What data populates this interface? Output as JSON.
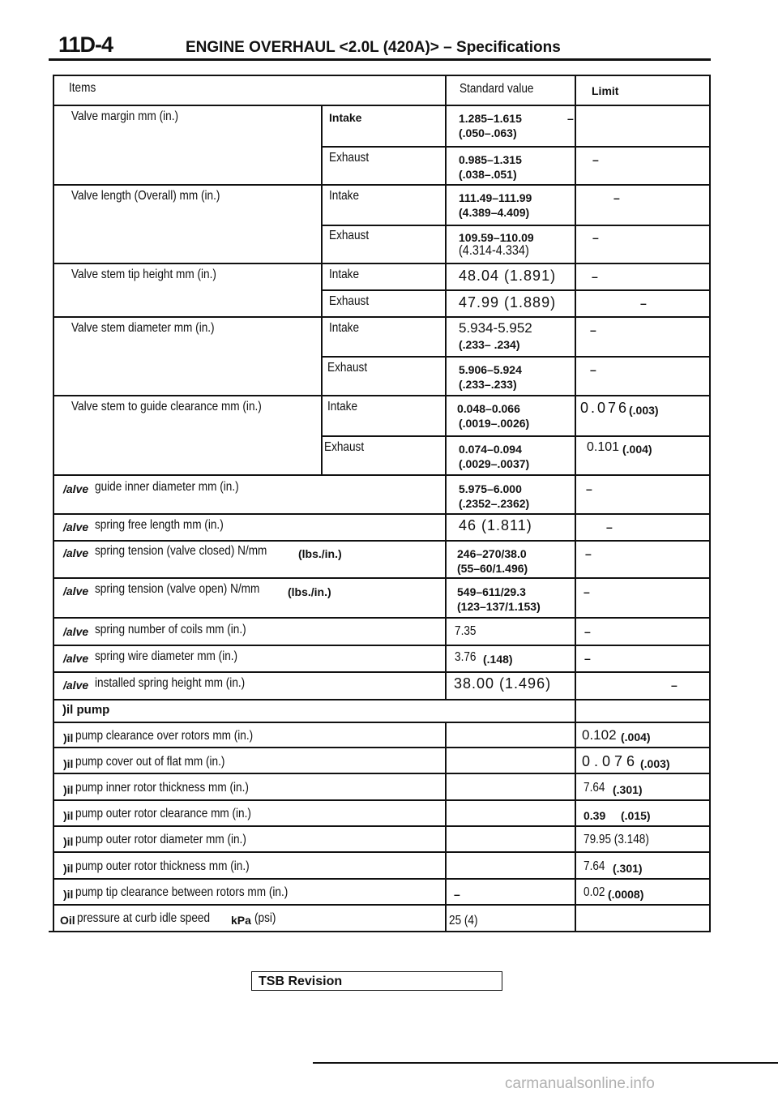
{
  "header": {
    "page_number": "11D-4",
    "title": "ENGINE OVERHAUL <2.0L (420A)> – Specifications"
  },
  "table": {
    "col_items": "Items",
    "col_standard": "Standard value",
    "col_limit": "Limit",
    "valve_margin": {
      "label": "Valve margin mm (in.)",
      "intake": "Intake",
      "intake_std1": "1.285–1.615",
      "intake_std2": "(.050–.063)",
      "intake_limit": "–",
      "exhaust": "Exhaust",
      "exhaust_std1": "0.985–1.315",
      "exhaust_std2": "(.038–.051)",
      "exhaust_limit": "–"
    },
    "valve_length": {
      "label": "Valve length (Overall) mm (in.)",
      "intake": "Intake",
      "intake_std1": "111.49–111.99",
      "intake_std2": "(4.389–4.409)",
      "intake_limit": "–",
      "exhaust": "Exhaust",
      "exhaust_std1": "109.59–110.09",
      "exhaust_std2": "(4.314-4.334)",
      "exhaust_limit": "–"
    },
    "stem_tip": {
      "label": "Valve stem tip height mm (in.)",
      "intake": "Intake",
      "intake_std": "48.04    (1.891)",
      "intake_limit": "–",
      "exhaust": "Exhaust",
      "exhaust_std": "47.99          (1.889)",
      "exhaust_limit": "–"
    },
    "stem_dia": {
      "label": "Valve stem diameter mm (in.)",
      "intake": "Intake",
      "intake_std1": "5.934-5.952",
      "intake_std2": "(.233–      .234)",
      "intake_limit": "–",
      "exhaust": "Exhaust",
      "exhaust_std1": "5.906–5.924",
      "exhaust_std2": "(.233–.233)",
      "exhaust_limit": "–"
    },
    "stem_guide": {
      "label": "Valve stem to guide clearance mm (in.)",
      "intake": "Intake",
      "intake_std1": "0.048–0.066",
      "intake_std2": "(.0019–.0026)",
      "intake_limit_a": "0.076",
      "intake_limit_b": "(.003)",
      "exhaust": "Exhaust",
      "exhaust_std1": "0.074–0.094",
      "exhaust_std2": "(.0029–.0037)",
      "exhaust_limit_a": "0.101",
      "exhaust_limit_b": "(.004)"
    },
    "guide_inner": {
      "prefix": "/alve",
      "label": "guide inner diameter mm (in.)",
      "std1": "5.975–6.000",
      "std2": "(.2352–.2362)",
      "limit": "–"
    },
    "spring_free": {
      "prefix": "/alve",
      "label": "spring free length mm (in.)",
      "std": "46     (1.811)",
      "limit": "–"
    },
    "spring_closed": {
      "prefix": "/alve",
      "label": "spring tension (valve closed) N/mm",
      "unit": "(lbs./in.)",
      "std1": "246–270/38.0",
      "std2": "(55–60/1.496)",
      "limit": "–"
    },
    "spring_open": {
      "prefix": "/alve",
      "label": "spring tension (valve open) N/mm",
      "unit": "(lbs./in.)",
      "std1": "549–611/29.3",
      "std2": "(123–137/1.153)",
      "limit": "–"
    },
    "spring_coils": {
      "prefix": "/alve",
      "label": "spring number of coils mm (in.)",
      "std": "7.35",
      "limit": "–"
    },
    "spring_wire": {
      "prefix": "/alve",
      "label": "spring wire diameter mm (in.)",
      "std_a": "3.76",
      "std_b": "(.148)",
      "limit": "–"
    },
    "spring_installed": {
      "prefix": "/alve",
      "label": "installed spring height mm (in.)",
      "std": "38.00              (1.496)",
      "limit": "–"
    },
    "oil_pump": {
      "heading": ")il pump",
      "rows": [
        {
          "prefix": ")il",
          "label": "pump clearance over rotors mm (in.)",
          "limit_a": "0.102",
          "limit_b": "(.004)"
        },
        {
          "prefix": ")il",
          "label": "pump cover out of flat mm (in.)",
          "limit_a": "0.076",
          "limit_b": "(.003)"
        },
        {
          "prefix": ")il",
          "label": "pump inner rotor thickness mm (in.)",
          "limit_a": "7.64",
          "limit_b": "(.301)"
        },
        {
          "prefix": ")il",
          "label": "pump outer rotor clearance mm (in.)",
          "limit_a": "0.39",
          "limit_b": "(.015)"
        },
        {
          "prefix": ")il",
          "label": "pump outer rotor diameter mm (in.)",
          "limit_a": "79.95 (3.148)",
          "limit_b": ""
        },
        {
          "prefix": ")il",
          "label": "pump outer rotor thickness mm (in.)",
          "limit_a": "7.64",
          "limit_b": "(.301)"
        },
        {
          "prefix": ")il",
          "label": "pump tip clearance between rotors mm (in.)",
          "std": "–",
          "limit_a": "0.02",
          "limit_b": "(.0008)"
        }
      ],
      "pressure": {
        "prefix": "Oil",
        "label": "pressure at curb idle speed",
        "unit_a": "kPa",
        "unit_b": "(psi)",
        "std": "25 (4)"
      }
    }
  },
  "footer": {
    "tsb": "TSB Revision",
    "watermark": "carmanualsonline.info"
  }
}
